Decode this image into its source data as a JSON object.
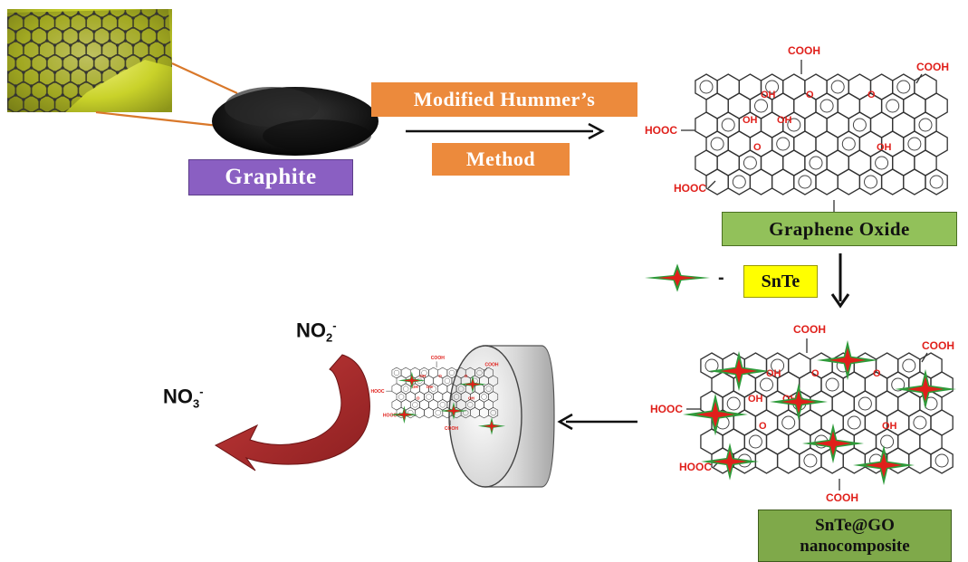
{
  "labels": {
    "graphite": "Graphite",
    "method_line1": "Modified Hummer’s",
    "method_line2": "Method",
    "graphene_oxide": "Graphene Oxide",
    "snte": "SnTe",
    "composite_line1": "SnTe@GO",
    "composite_line2": "nanocomposite",
    "legend_dash": "-"
  },
  "species": {
    "nitrite": {
      "base": "NO",
      "sub": "2",
      "sup": "-"
    },
    "nitrate": {
      "base": "NO",
      "sub": "3",
      "sup": "-"
    }
  },
  "groups": {
    "cooh": "COOH",
    "hooc": "HOOC",
    "oh": "OH",
    "o": "O"
  },
  "colors": {
    "graphite_box": "#8a5fc2",
    "method_box": "#ec8a3c",
    "go_box": "#92c15a",
    "snte_box": "#ffff00",
    "composite_box": "#7fa94a",
    "functional_group_red": "#e0201b",
    "star_red": "#e0201b",
    "star_green": "#2e9b3a",
    "curved_arrow": "#a8282a"
  },
  "icons": [
    "graphene-sheet-image",
    "graphite-powder-pile",
    "snte-star-icon",
    "electrode-cylinder-icon",
    "curved-arrow-icon"
  ]
}
